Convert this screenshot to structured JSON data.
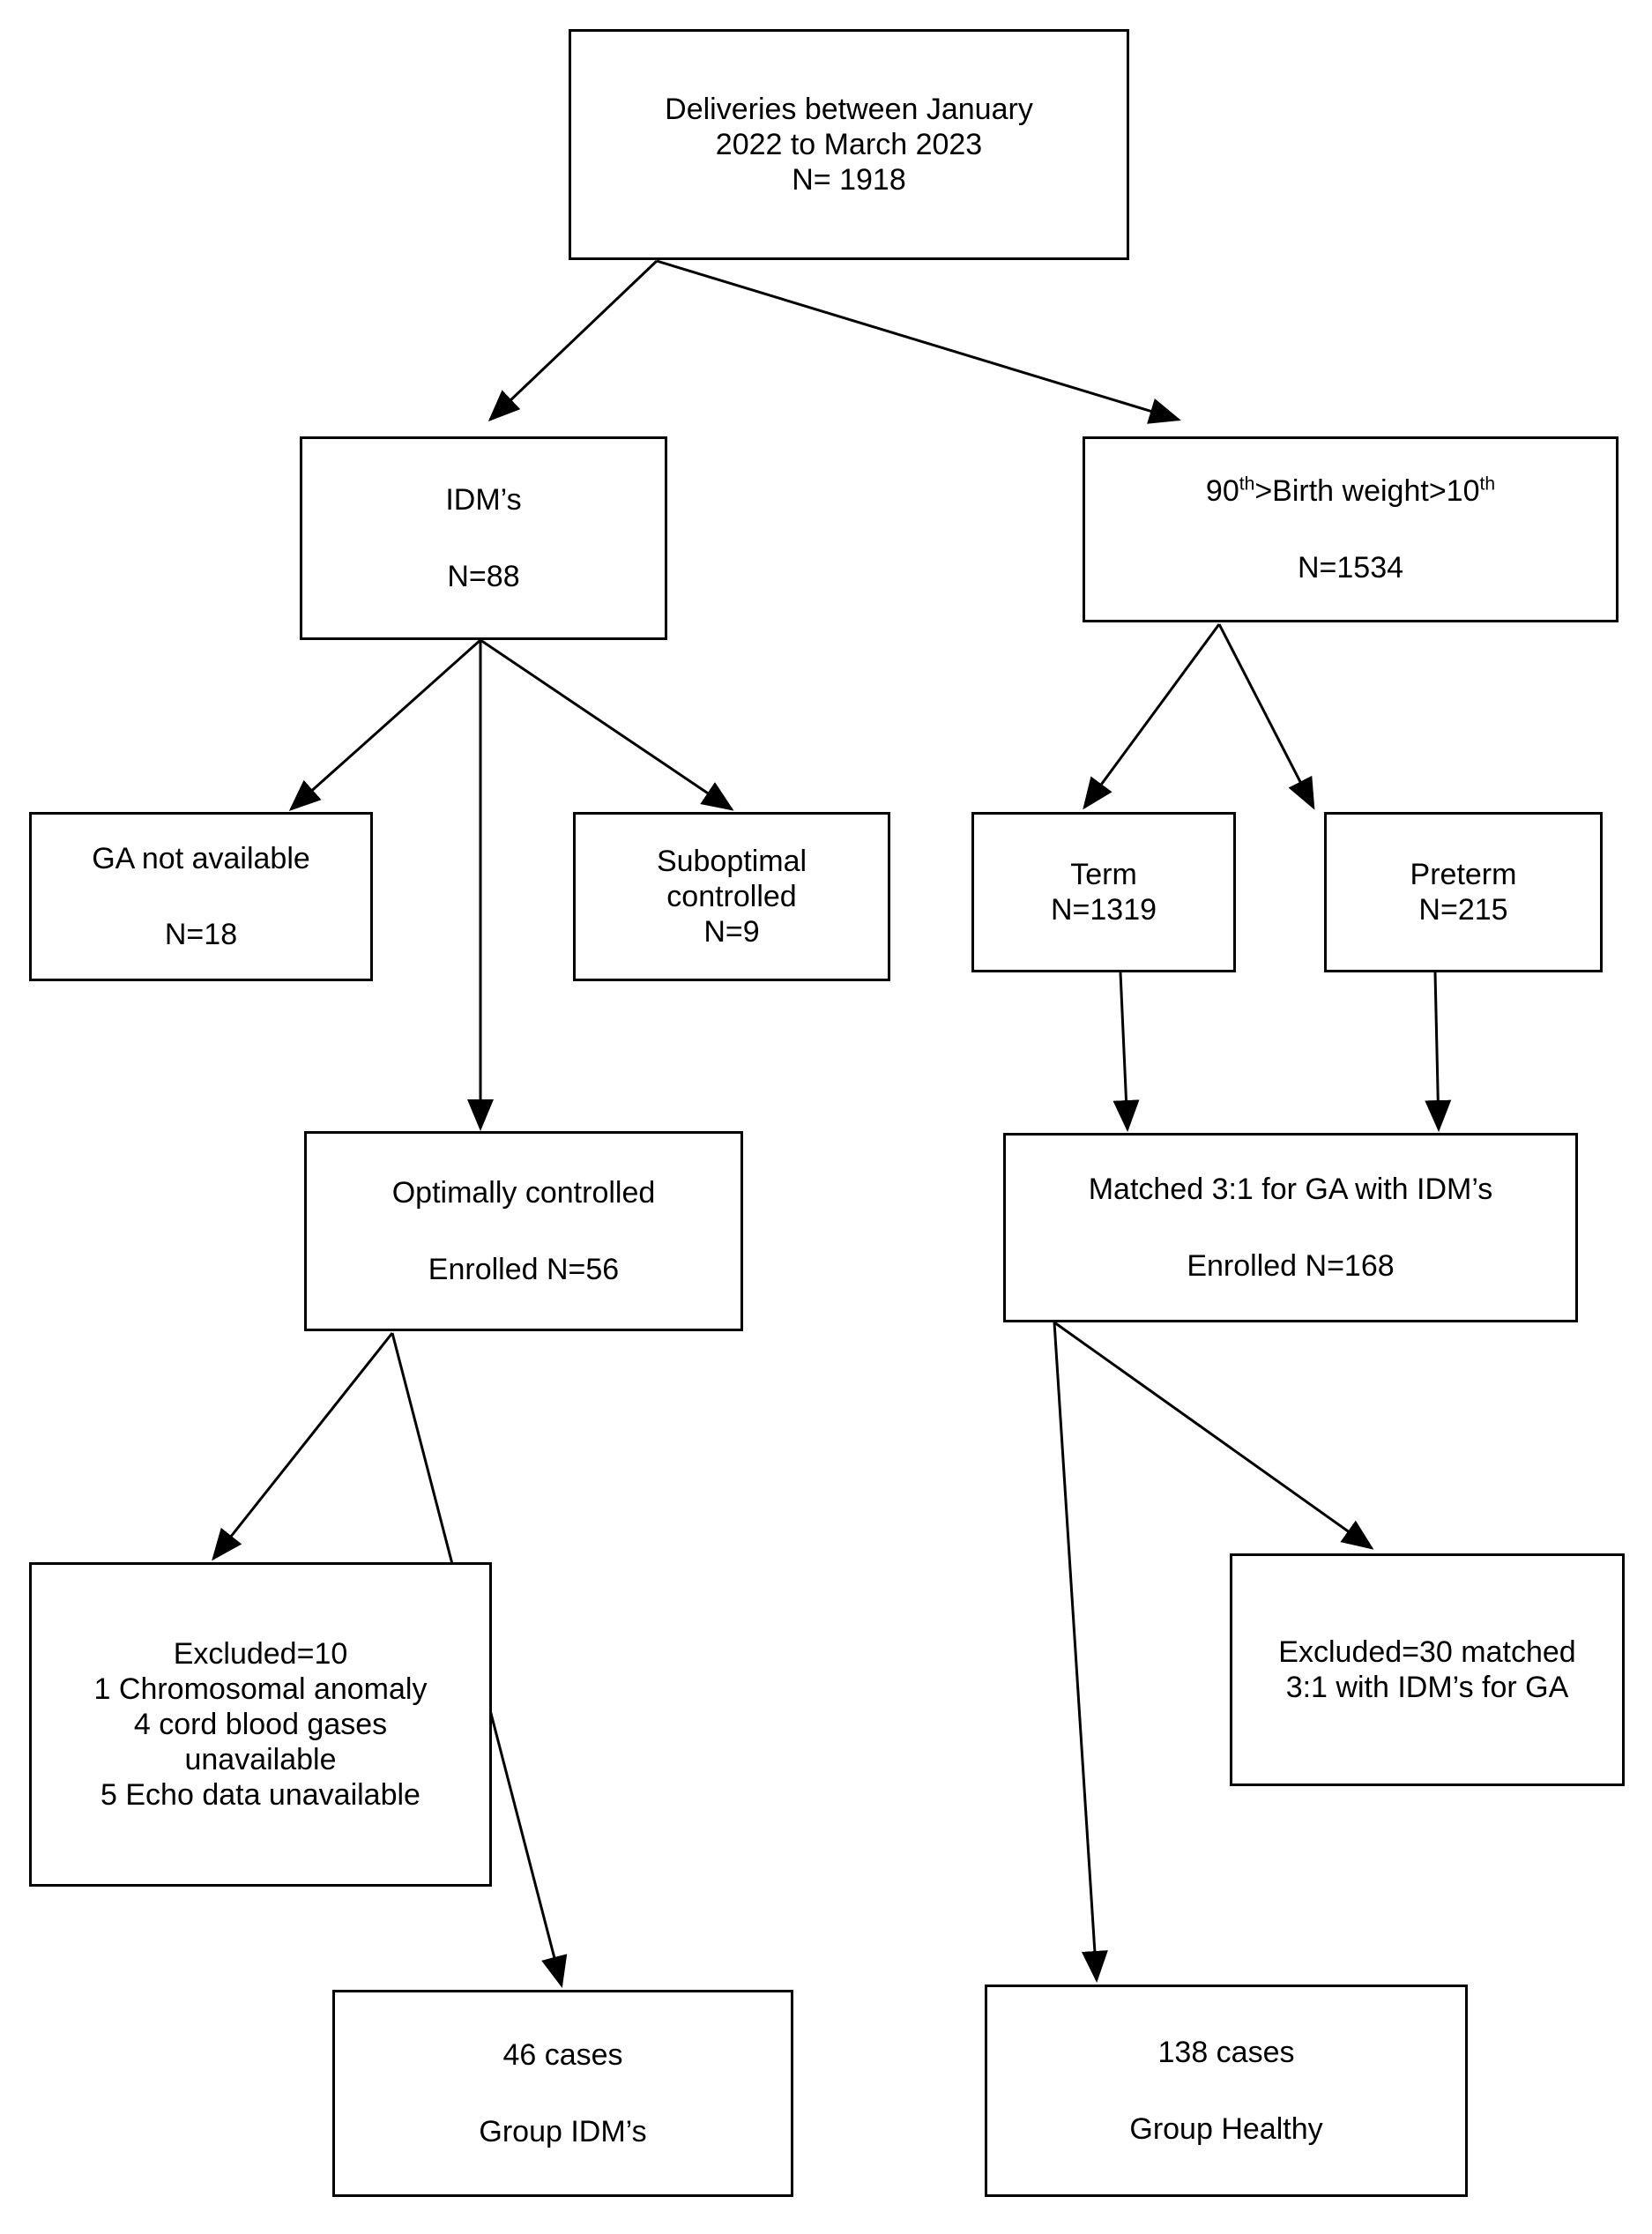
{
  "diagram": {
    "title": "Study enrollment flow diagram",
    "type": "flowchart",
    "stroke_color": "#000000",
    "background_color": "#ffffff"
  },
  "nodes": {
    "deliveries": {
      "line1": "Deliveries between January",
      "line2": "2022 to March 2023",
      "line3": "N= 1918"
    },
    "idms": {
      "line1": "IDM’s",
      "line2": "N=88"
    },
    "birth_weight": {
      "line1_pre": "90",
      "line1_sup1": "th",
      "line1_mid": ">Birth weight>10",
      "line1_sup2": "th",
      "line2": "N=1534"
    },
    "ga_not_available": {
      "line1": "GA not available",
      "line2": "N=18"
    },
    "suboptimal": {
      "line1": "Suboptimal",
      "line2": "controlled",
      "line3": "N=9"
    },
    "term": {
      "line1": "Term",
      "line2": "N=1319"
    },
    "preterm": {
      "line1": "Preterm",
      "line2": "N=215"
    },
    "optimally_controlled": {
      "line1": "Optimally controlled",
      "line2": "Enrolled N=56"
    },
    "matched": {
      "line1": "Matched 3:1 for GA with IDM’s",
      "line2": "Enrolled N=168"
    },
    "excluded_left": {
      "line1": "Excluded=10",
      "line2": "1 Chromosomal anomaly",
      "line3": "4 cord blood gases",
      "line4": "unavailable",
      "line5": "5 Echo data unavailable"
    },
    "excluded_right": {
      "line1": "Excluded=30 matched",
      "line2": "3:1 with IDM’s for GA"
    },
    "group_idms": {
      "line1": "46 cases",
      "line2": "Group IDM’s"
    },
    "group_healthy": {
      "line1": "138 cases",
      "line2": "Group Healthy"
    }
  }
}
